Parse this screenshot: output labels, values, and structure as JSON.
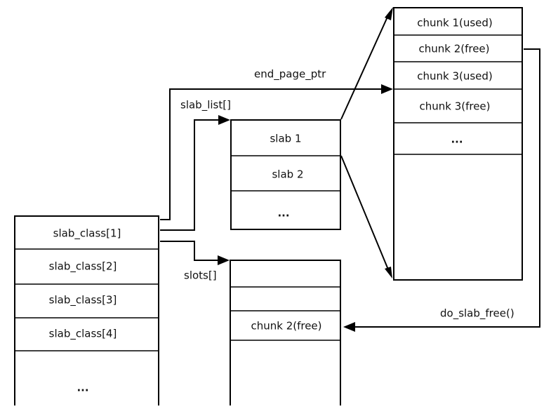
{
  "slab_class_table": {
    "rows": [
      "slab_class[1]",
      "slab_class[2]",
      "slab_class[3]",
      "slab_class[4]",
      "..."
    ]
  },
  "slab_list": {
    "label": "slab_list[]",
    "rows": [
      "slab 1",
      "slab 2",
      "..."
    ]
  },
  "slots": {
    "label": "slots[]",
    "rows": [
      "",
      "",
      "chunk 2(free)",
      ""
    ]
  },
  "chunks": {
    "rows": [
      "chunk 1(used)",
      "chunk 2(free)",
      "chunk 3(used)",
      "chunk 3(free)",
      "...",
      ""
    ]
  },
  "labels": {
    "end_page_ptr": "end_page_ptr",
    "do_slab_free": "do_slab_free()"
  },
  "colors": {
    "line": "#000000",
    "fill": "#ffffff",
    "text": "#111111"
  }
}
